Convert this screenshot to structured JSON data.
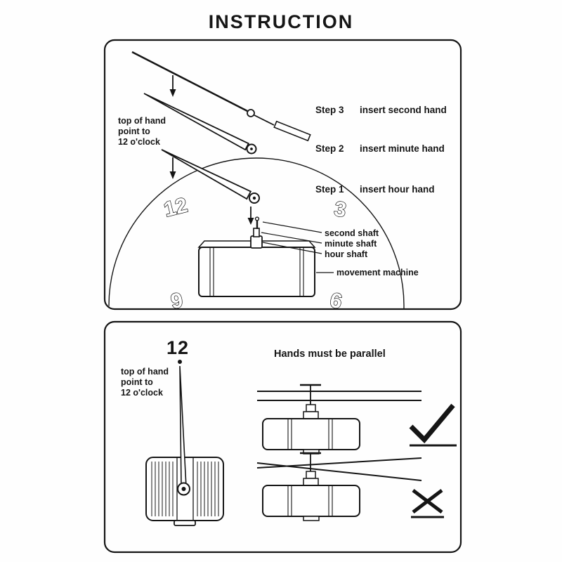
{
  "title": "INSTRUCTION",
  "colors": {
    "ink": "#151515",
    "background": "#ffffff"
  },
  "panel_assembly": {
    "hand_note": {
      "line1": "top of hand",
      "line2": "point to",
      "line3": "12 o'clock"
    },
    "steps": [
      {
        "label": "Step 3",
        "text": "insert second hand"
      },
      {
        "label": "Step 2",
        "text": "insert minute hand"
      },
      {
        "label": "Step 1",
        "text": "insert hour hand"
      }
    ],
    "shaft_labels": {
      "second": "second shaft",
      "minute": "minute shaft",
      "hour": "hour shaft"
    },
    "machine_label": "movement machine",
    "clock_numbers": {
      "twelve": "12",
      "three": "3",
      "nine": "9",
      "six": "6"
    }
  },
  "panel_parallel": {
    "clock_number": "12",
    "hand_note": {
      "line1": "top of hand",
      "line2": "point to",
      "line3": "12 o'clock"
    },
    "heading": "Hands must be parallel",
    "icons": {
      "correct": "checkmark-icon",
      "wrong": "cross-icon"
    }
  }
}
